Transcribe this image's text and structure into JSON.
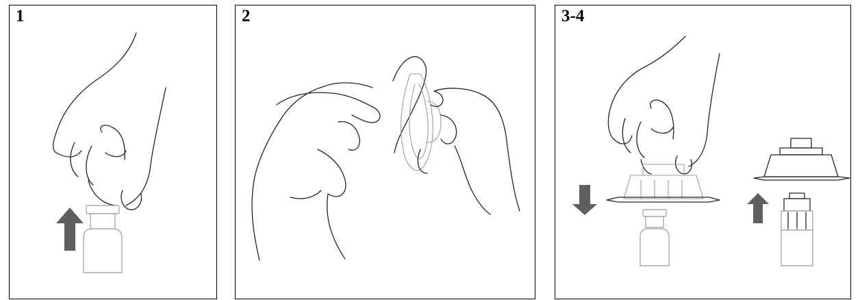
{
  "panels": [
    {
      "label": "1"
    },
    {
      "label": "2"
    },
    {
      "label": "3-4"
    }
  ],
  "colors": {
    "arrow": "#5f5f5f",
    "line": "#222222",
    "light_line": "#9a9a9a",
    "border": "#000000"
  },
  "icons": [
    "hand-icon",
    "vial-icon",
    "up-arrow-icon",
    "down-arrow-icon",
    "vial-adapter-icon",
    "blister-pack-icon"
  ]
}
